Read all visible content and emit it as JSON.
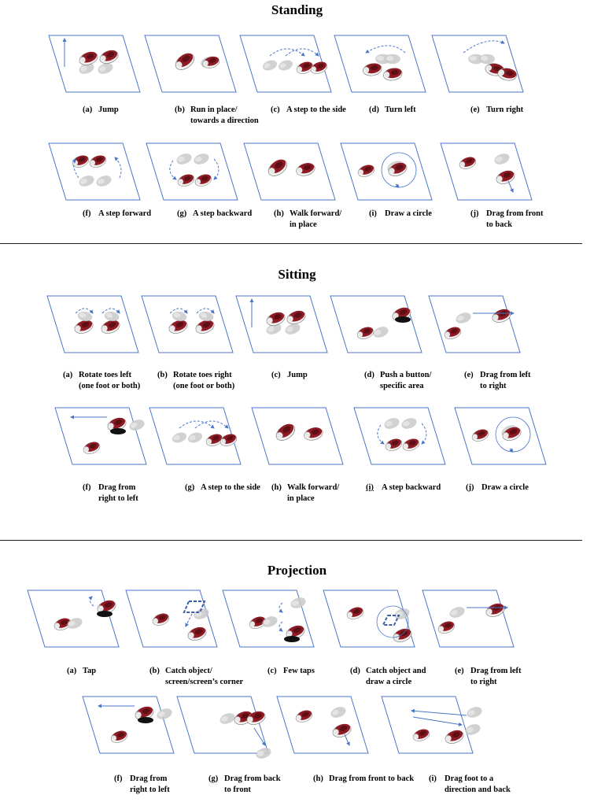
{
  "colors": {
    "frame": "#4a76c8",
    "shoe_red": "#8e1b24",
    "shoe_red_dark": "#5e0f16",
    "shoe_white": "#f2f2f2",
    "ghost": "#c9c9c9",
    "shadow": "#111111",
    "target": "#3a5fa8"
  },
  "sections": [
    {
      "title": "Standing",
      "items": [
        {
          "letter": "(a)",
          "label": "Jump",
          "icon": "jump-icon"
        },
        {
          "letter": "(b)",
          "label": "Run in place/\ntowards a direction",
          "icon": "run-icon"
        },
        {
          "letter": "(c)",
          "label": "A step to the side",
          "icon": "side-step-icon"
        },
        {
          "letter": "(d)",
          "label": "Turn left",
          "icon": "turn-left-icon"
        },
        {
          "letter": "(e)",
          "label": "Turn right",
          "icon": "turn-right-icon"
        },
        {
          "letter": "(f)",
          "label": "A step forward",
          "icon": "step-forward-icon"
        },
        {
          "letter": "(g)",
          "label": "A step backward",
          "icon": "step-backward-icon"
        },
        {
          "letter": "(h)",
          "label": "Walk forward/\nin place",
          "icon": "walk-icon"
        },
        {
          "letter": "(i)",
          "label": "Draw a circle",
          "icon": "circle-icon"
        },
        {
          "letter": "(j)",
          "label": "Drag from front\nto back",
          "icon": "drag-front-back-icon"
        }
      ]
    },
    {
      "title": "Sitting",
      "items": [
        {
          "letter": "(a)",
          "label": "Rotate toes left\n(one foot or both)",
          "icon": "rotate-left-icon"
        },
        {
          "letter": "(b)",
          "label": "Rotate toes right\n(one foot or both)",
          "icon": "rotate-right-icon"
        },
        {
          "letter": "(c)",
          "label": "Jump",
          "icon": "jump-icon"
        },
        {
          "letter": "(d)",
          "label": "Push a button/\nspecific area",
          "icon": "push-button-icon"
        },
        {
          "letter": "(e)",
          "label": "Drag from left\nto right",
          "icon": "drag-left-right-icon"
        },
        {
          "letter": "(f)",
          "label": "Drag from\nright to left",
          "icon": "drag-right-left-icon"
        },
        {
          "letter": "(g)",
          "label": "A step to the side",
          "icon": "side-step-icon"
        },
        {
          "letter": "(h)",
          "label": "Walk forward/\nin place",
          "icon": "walk-icon"
        },
        {
          "letter": "(i)",
          "label": "A step backward",
          "icon": "step-backward-icon"
        },
        {
          "letter": "(j)",
          "label": "Draw a circle",
          "icon": "circle-icon"
        }
      ]
    },
    {
      "title": "Projection",
      "items": [
        {
          "letter": "(a)",
          "label": "Tap",
          "icon": "tap-icon"
        },
        {
          "letter": "(b)",
          "label": "Catch object/\nscreen/screen’s corner",
          "icon": "catch-object-icon"
        },
        {
          "letter": "(c)",
          "label": "Few taps",
          "icon": "few-taps-icon"
        },
        {
          "letter": "(d)",
          "label": "Catch object and\ndraw a circle",
          "icon": "catch-circle-icon"
        },
        {
          "letter": "(e)",
          "label": "Drag from left\nto right",
          "icon": "drag-left-right-icon"
        },
        {
          "letter": "(f)",
          "label": "Drag from\nright to left",
          "icon": "drag-right-left-icon"
        },
        {
          "letter": "(g)",
          "label": "Drag from back\nto front",
          "icon": "drag-back-front-icon"
        },
        {
          "letter": "(h)",
          "label": "Drag from front to back",
          "icon": "drag-front-back-icon"
        },
        {
          "letter": "(i)",
          "label": "Drag foot to a\ndirection and back",
          "icon": "drag-direction-back-icon"
        }
      ]
    }
  ]
}
